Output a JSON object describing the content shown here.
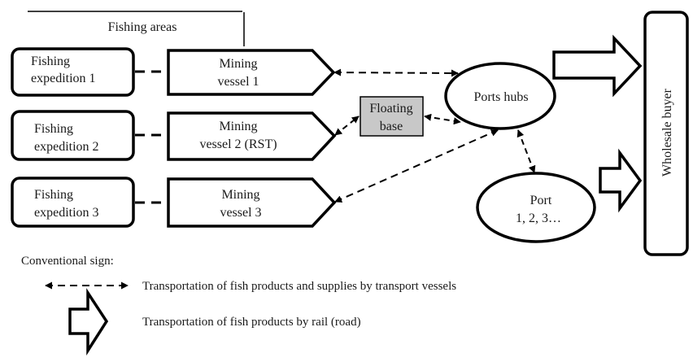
{
  "diagram": {
    "header": {
      "label": "Fishing areas"
    },
    "expeditions": [
      {
        "line1": "Fishing",
        "line2": "expedition 1"
      },
      {
        "line1": "Fishing",
        "line2": "expedition 2"
      },
      {
        "line1": "Fishing",
        "line2": "expedition 3"
      }
    ],
    "vessels": [
      {
        "line1": "Mining",
        "line2": "vessel 1"
      },
      {
        "line1": "Mining",
        "line2": "vessel 2 (RST)"
      },
      {
        "line1": "Mining",
        "line2": "vessel 3"
      }
    ],
    "floating_base": {
      "line1": "Floating",
      "line2": "base",
      "fill": "#c8c8c8"
    },
    "ports_hubs": {
      "label": "Ports hubs"
    },
    "port": {
      "line1": "Port",
      "line2": "1, 2, 3…"
    },
    "wholesale": {
      "label": "Wholesale buyer"
    },
    "legend": {
      "title": "Conventional sign:",
      "items": [
        {
          "symbol": "dashed-double-arrow",
          "label": "Transportation of fish products and supplies by transport vessels"
        },
        {
          "symbol": "block-arrow",
          "label": "Transportation of fish products by rail (road)"
        }
      ]
    }
  }
}
